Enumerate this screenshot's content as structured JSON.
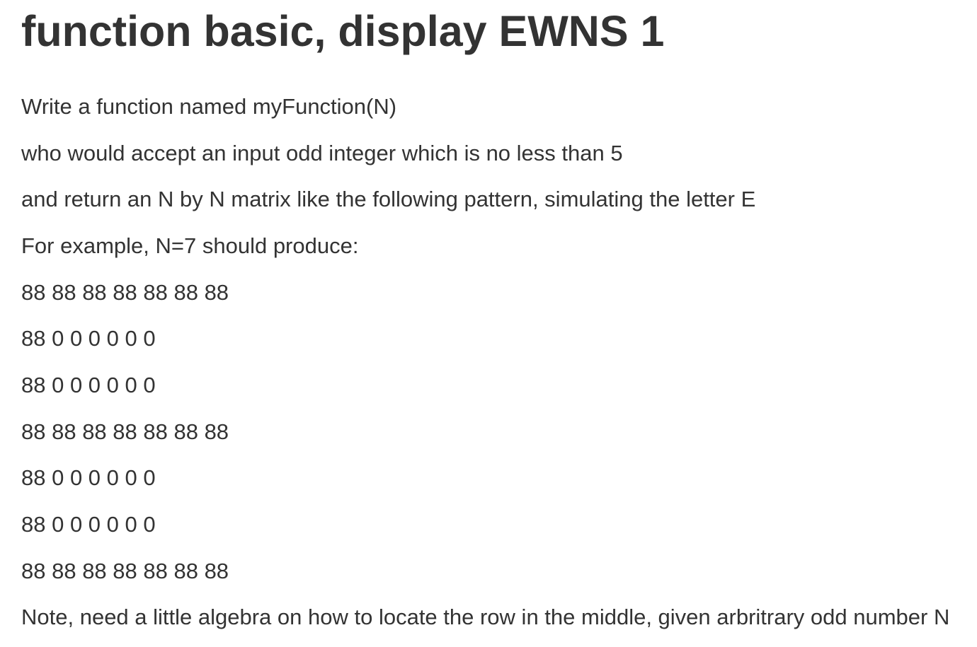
{
  "page": {
    "title": "function basic, display EWNS 1",
    "paragraphs": [
      "Write a function named myFunction(N)",
      "who would accept an input odd integer which is no less than 5",
      "and return an N by N matrix like the following pattern, simulating the letter E",
      "For example, N=7 should produce:"
    ],
    "matrix_example": {
      "n_shown": "N=7",
      "values": [
        [
          88,
          88,
          88,
          88,
          88,
          88,
          88
        ],
        [
          88,
          0,
          0,
          0,
          0,
          0,
          0
        ],
        [
          88,
          0,
          0,
          0,
          0,
          0,
          0
        ],
        [
          88,
          88,
          88,
          88,
          88,
          88,
          88
        ],
        [
          88,
          0,
          0,
          0,
          0,
          0,
          0
        ],
        [
          88,
          0,
          0,
          0,
          0,
          0,
          0
        ],
        [
          88,
          88,
          88,
          88,
          88,
          88,
          88
        ]
      ],
      "rows_text": [
        "88    88    88    88    88    88    88",
        "88     0     0     0     0     0     0",
        "88     0     0     0     0     0     0",
        "88    88    88    88    88    88    88",
        "88     0     0     0     0     0     0",
        "88     0     0     0     0     0     0",
        "88    88    88    88    88    88    88"
      ]
    },
    "note": "Note, need a little algebra on how to locate the row in the middle, given arbritrary odd number N"
  },
  "colors": {
    "text": "#333333",
    "background": "#ffffff"
  }
}
